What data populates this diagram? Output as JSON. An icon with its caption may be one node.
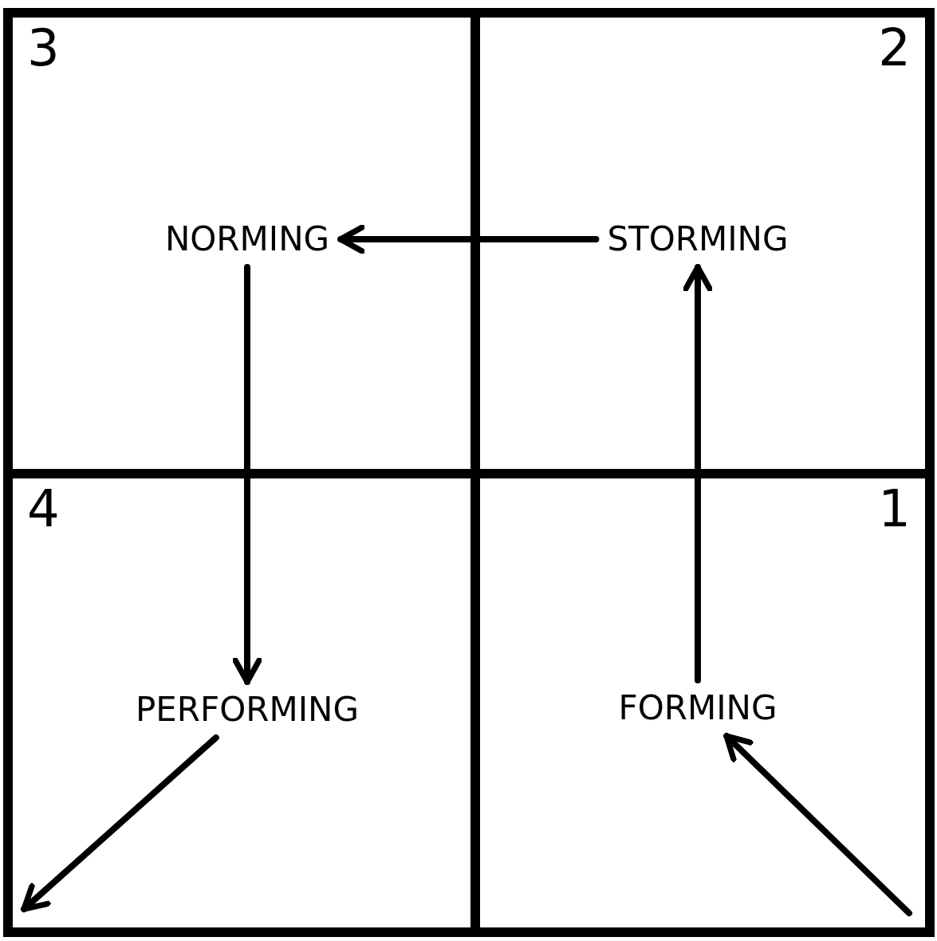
{
  "diagram": {
    "nodes": [
      {
        "text": [
          "3"
        ]
      },
      {
        "text": [
          "NORMING"
        ],
        "in": 0
      },
      {
        "text": [
          "2"
        ]
      },
      {
        "text": [
          "STORMING"
        ],
        "in": 2
      },
      {
        "text": [
          "4"
        ]
      },
      {
        "text": [
          "PERFORMING"
        ],
        "in": 4
      },
      {
        "text": [
          "1"
        ]
      },
      {
        "text": [
          "FORMING"
        ],
        "in": 6
      }
    ],
    "edges": [
      {
        "from": null,
        "to": 7,
        "arrow": "to"
      },
      {
        "from": 7,
        "to": 3,
        "arrow": "to"
      },
      {
        "from": 3,
        "to": 1,
        "arrow": "to"
      },
      {
        "from": 1,
        "to": 5,
        "arrow": "to"
      },
      {
        "from": 5,
        "to": null,
        "arrow": "to"
      }
    ]
  }
}
